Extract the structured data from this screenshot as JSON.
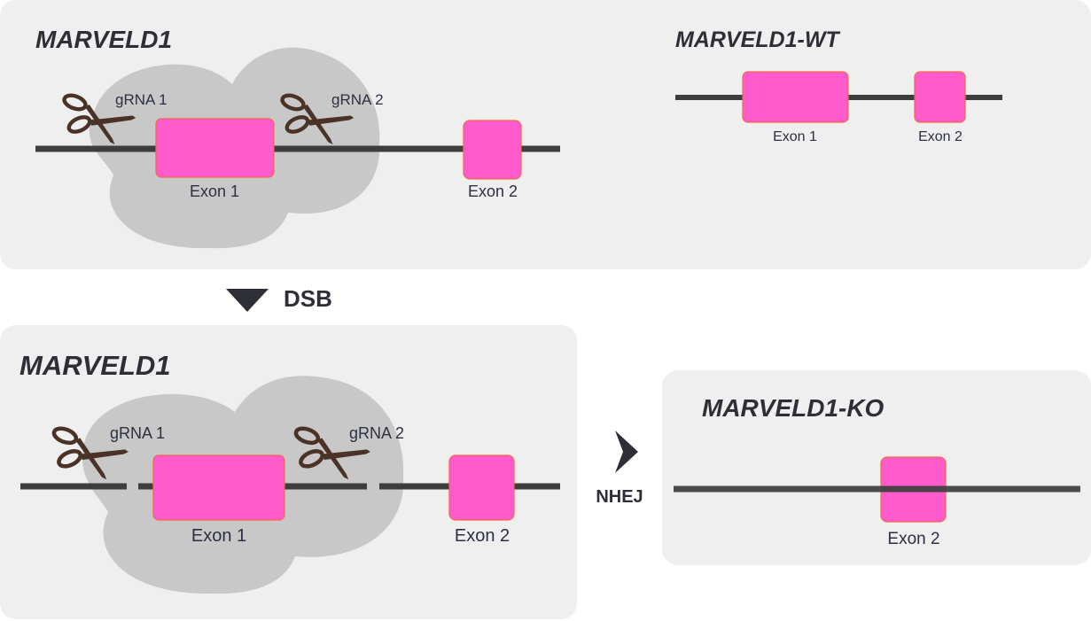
{
  "panels": {
    "top_left": {
      "title": "MARVELD1",
      "grna1": "gRNA 1",
      "grna2": "gRNA 2",
      "exon1": "Exon 1",
      "exon2": "Exon 2"
    },
    "wt": {
      "title": "MARVELD1-WT",
      "exon1": "Exon 1",
      "exon2": "Exon 2"
    },
    "bottom_left": {
      "title": "MARVELD1",
      "grna1": "gRNA 1",
      "grna2": "gRNA 2",
      "exon1": "Exon 1",
      "exon2": "Exon 2"
    },
    "ko": {
      "title": "MARVELD1-KO",
      "exon2": "Exon 2"
    }
  },
  "steps": {
    "dsb": "DSB",
    "nhej": "NHEJ"
  },
  "colors": {
    "panel_bg": "#efefef",
    "complex": "#c8c8c8",
    "dna": "#3d3d3d",
    "exon": "#ff5bcd",
    "exon_border": "#f06a4a",
    "scissors": "#4a3326",
    "text": "#2e2e36"
  }
}
